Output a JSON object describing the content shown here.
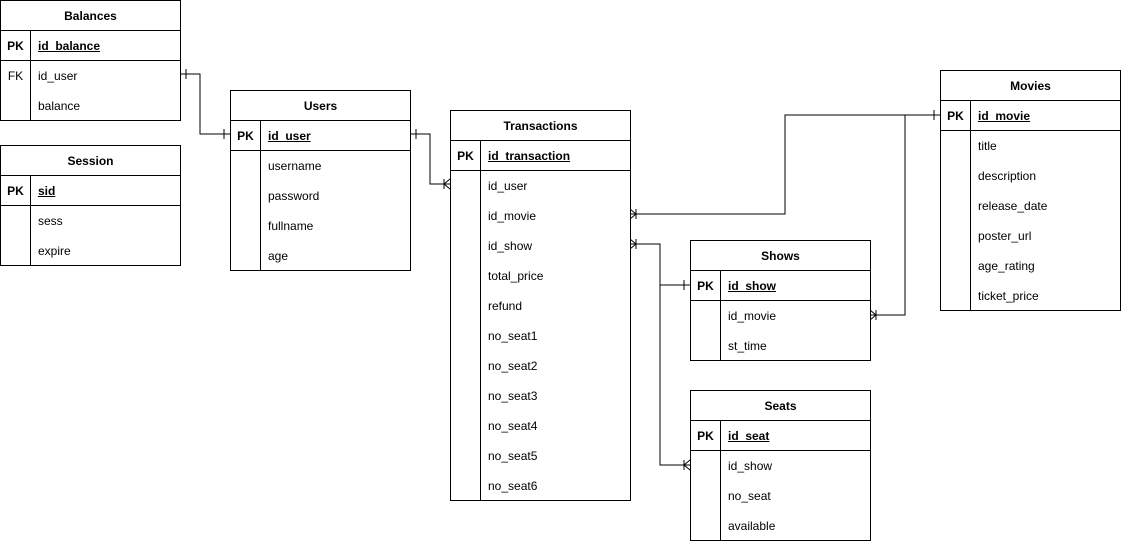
{
  "diagram": {
    "entities": {
      "balances": {
        "title": "Balances",
        "pk_label": "PK",
        "pk_field": "id_balance",
        "fk_label": "FK",
        "fields": [
          "id_user",
          "balance"
        ]
      },
      "session": {
        "title": "Session",
        "pk_label": "PK",
        "pk_field": "sid",
        "fields": [
          "sess",
          "expire"
        ]
      },
      "users": {
        "title": "Users",
        "pk_label": "PK",
        "pk_field": "id_user",
        "fields": [
          "username",
          "password",
          "fullname",
          "age"
        ]
      },
      "transactions": {
        "title": "Transactions",
        "pk_label": "PK",
        "pk_field": "id_transaction",
        "fields": [
          "id_user",
          "id_movie",
          "id_show",
          "total_price",
          "refund",
          "no_seat1",
          "no_seat2",
          "no_seat3",
          "no_seat4",
          "no_seat5",
          "no_seat6"
        ]
      },
      "movies": {
        "title": "Movies",
        "pk_label": "PK",
        "pk_field": "id_movie",
        "fields": [
          "title",
          "description",
          "release_date",
          "poster_url",
          "age_rating",
          "ticket_price"
        ]
      },
      "shows": {
        "title": "Shows",
        "pk_label": "PK",
        "pk_field": "id_show",
        "fields": [
          "id_movie",
          "st_time"
        ]
      },
      "seats": {
        "title": "Seats",
        "pk_label": "PK",
        "pk_field": "id_seat",
        "fields": [
          "id_show",
          "no_seat",
          "available"
        ]
      }
    },
    "relationships": [
      {
        "from": "balances.id_user",
        "to": "users.id_user",
        "from_end": "one",
        "to_end": "one"
      },
      {
        "from": "users.id_user",
        "to": "transactions.id_user",
        "from_end": "one",
        "to_end": "many"
      },
      {
        "from": "movies.id_movie",
        "to": "transactions.id_movie",
        "from_end": "one",
        "to_end": "many"
      },
      {
        "from": "movies.id_movie",
        "to": "shows.id_movie",
        "from_end": "one",
        "to_end": "many"
      },
      {
        "from": "shows.id_show",
        "to": "transactions.id_show",
        "from_end": "one",
        "to_end": "many"
      },
      {
        "from": "transactions.id_show",
        "to": "seats.id_show",
        "from_end": "many",
        "to_end": "many"
      }
    ],
    "line_color": "#000000"
  }
}
